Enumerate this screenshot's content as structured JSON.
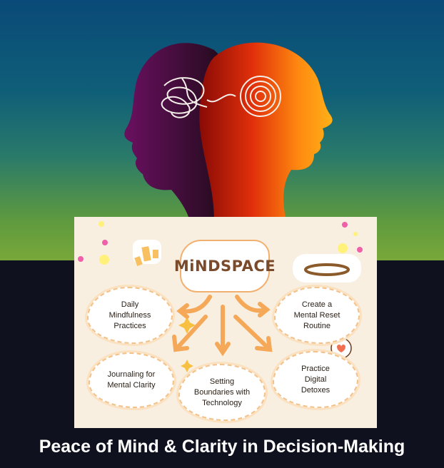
{
  "diagram": {
    "center_label": "MiNDSPACE",
    "nodes": [
      {
        "label_lines": [
          "Daily",
          "Mindfulness",
          "Practices"
        ]
      },
      {
        "label_lines": [
          "Create a",
          "Mental Reset",
          "Routine"
        ]
      },
      {
        "label_lines": [
          "Journaling for",
          "Mental Clarity"
        ]
      },
      {
        "label_lines": [
          "Setting",
          "Boundaries with",
          "Technology"
        ]
      },
      {
        "label_lines": [
          "Practice",
          "Digital",
          "Detoxes"
        ]
      }
    ]
  },
  "caption": "Peace of Mind & Clarity in Decision-Making",
  "colors": {
    "card": "#f8efe1",
    "arrow": "#f5a857",
    "title": "#7a4a2a"
  }
}
